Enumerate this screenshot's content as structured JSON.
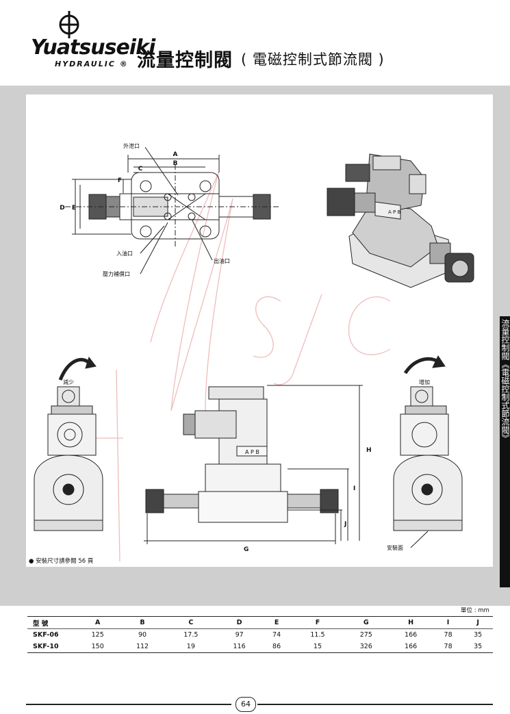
{
  "header": {
    "brand": "Yuatsuseiki",
    "brand_sub": "HYDRAULIC ®",
    "title_main": "流量控制閥",
    "title_sub": "( 電磁控制式節流閥 )"
  },
  "side_tab": "流量控制閥《電磁控制式節流閥》",
  "top_view": {
    "dim_labels": [
      "A",
      "B",
      "C",
      "F",
      "D",
      "E"
    ],
    "callouts": {
      "external_drain": "外泄口",
      "inlet": "入油口",
      "outlet": "出油口",
      "pressure_comp": "壓力補償口"
    }
  },
  "elevation": {
    "left_label": "減少",
    "right_label": "增加",
    "mount_face": "安裝面",
    "dims": [
      "H",
      "I",
      "J",
      "G"
    ],
    "solenoid_label": "A P B"
  },
  "iso_view": {
    "solenoid_label": "A P B"
  },
  "note": "● 安裝尺寸請參閱 56 頁",
  "unit_label": "單位 : mm",
  "table": {
    "headers": [
      "型  號",
      "A",
      "B",
      "C",
      "D",
      "E",
      "F",
      "G",
      "H",
      "I",
      "J"
    ],
    "rows": [
      [
        "SKF-06",
        "125",
        "90",
        "17.5",
        "97",
        "74",
        "11.5",
        "275",
        "166",
        "78",
        "35"
      ],
      [
        "SKF-10",
        "150",
        "112",
        "19",
        "116",
        "86",
        "15",
        "326",
        "166",
        "78",
        "35"
      ]
    ]
  },
  "page_number": "64"
}
